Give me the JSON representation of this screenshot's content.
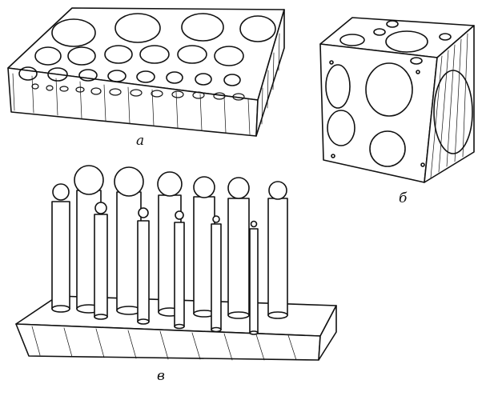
{
  "figure": {
    "captions": {
      "a": "а",
      "b": "б",
      "c": "в"
    },
    "ink_color": "#111111",
    "paper_color": "#ffffff",
    "panels": [
      {
        "id": "a",
        "subject": "rectangular-block-with-graded-hemispherical-recesses"
      },
      {
        "id": "b",
        "subject": "cube-with-recesses-on-faces"
      },
      {
        "id": "c",
        "subject": "set-of-ball-headed-punches-on-stand"
      }
    ]
  }
}
